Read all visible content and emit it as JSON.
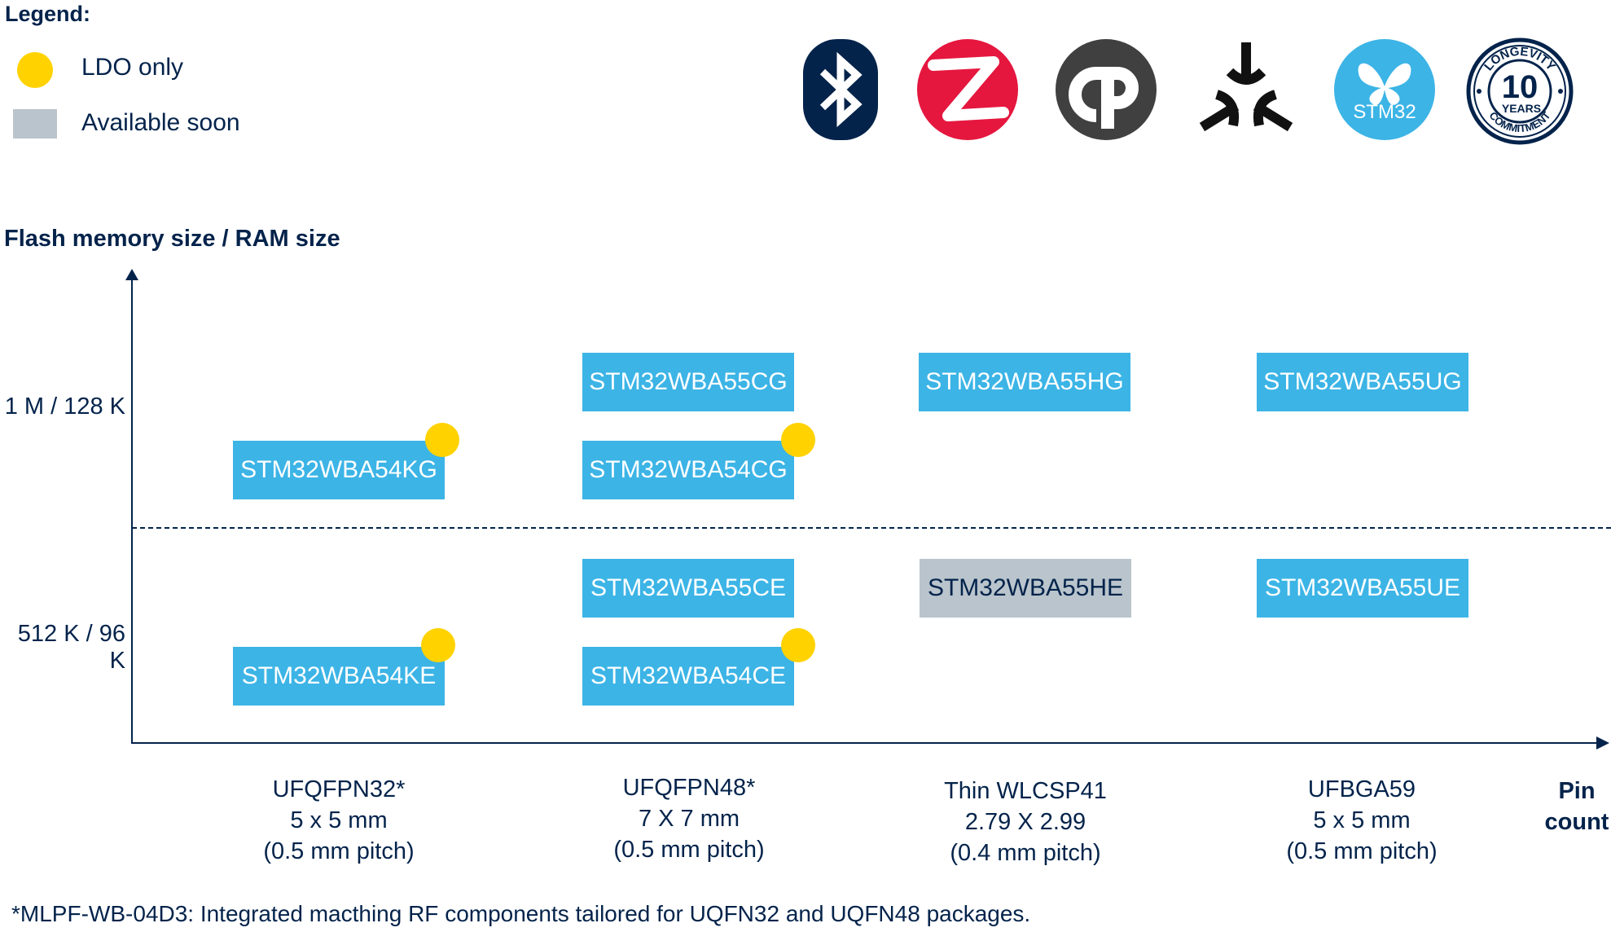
{
  "legend": {
    "title": "Legend:",
    "ldo_label": "LDO only",
    "soon_label": "Available soon"
  },
  "logos": {
    "stm32_text": "STM32",
    "longevity_top": "LONGEVITY",
    "longevity_number": "10",
    "longevity_years": "YEARS",
    "longevity_bottom": "COMMITMENT"
  },
  "axes": {
    "y_title": "Flash memory size / RAM size",
    "y_levels": [
      "1 M / 128 K",
      "512 K / 96 K"
    ],
    "x_title_line1": "Pin",
    "x_title_line2": "count"
  },
  "packages": [
    {
      "name": "UFQFPN32*",
      "size": "5 x 5 mm",
      "pitch": "(0.5 mm pitch)"
    },
    {
      "name": "UFQFPN48*",
      "size": "7 X 7 mm",
      "pitch": "(0.5 mm pitch)"
    },
    {
      "name": "Thin WLCSP41",
      "size": "2.79 X 2.99",
      "pitch": "(0.4 mm pitch)"
    },
    {
      "name": "UFBGA59",
      "size": "5 x 5 mm",
      "pitch": "(0.5 mm pitch)"
    }
  ],
  "parts": [
    {
      "label": "STM32WBA55CG",
      "memory": "1 M / 128 K",
      "package": "UFQFPN48*",
      "ldo_only": false,
      "available_soon": false
    },
    {
      "label": "STM32WBA55HG",
      "memory": "1 M / 128 K",
      "package": "Thin WLCSP41",
      "ldo_only": false,
      "available_soon": false
    },
    {
      "label": "STM32WBA55UG",
      "memory": "1 M / 128 K",
      "package": "UFBGA59",
      "ldo_only": false,
      "available_soon": false
    },
    {
      "label": "STM32WBA54KG",
      "memory": "1 M / 128 K",
      "package": "UFQFPN32*",
      "ldo_only": true,
      "available_soon": false
    },
    {
      "label": "STM32WBA54CG",
      "memory": "1 M / 128 K",
      "package": "UFQFPN48*",
      "ldo_only": true,
      "available_soon": false
    },
    {
      "label": "STM32WBA55CE",
      "memory": "512 K / 96 K",
      "package": "UFQFPN48*",
      "ldo_only": false,
      "available_soon": false
    },
    {
      "label": "STM32WBA55HE",
      "memory": "512 K / 96 K",
      "package": "Thin WLCSP41",
      "ldo_only": false,
      "available_soon": true
    },
    {
      "label": "STM32WBA55UE",
      "memory": "512 K / 96 K",
      "package": "UFBGA59",
      "ldo_only": false,
      "available_soon": false
    },
    {
      "label": "STM32WBA54KE",
      "memory": "512 K / 96 K",
      "package": "UFQFPN32*",
      "ldo_only": true,
      "available_soon": false
    },
    {
      "label": "STM32WBA54CE",
      "memory": "512 K / 96 K",
      "package": "UFQFPN48*",
      "ldo_only": true,
      "available_soon": false
    }
  ],
  "footnote": "*MLPF-WB-04D3: Integrated macthing RF components tailored for UQFN32 and UQFN48 packages.",
  "colors": {
    "navy": "#03234b",
    "part_blue": "#3cb4e6",
    "soon_grey": "#b9c4cc",
    "ldo_yellow": "#ffd200",
    "zigbee_red": "#e5173f",
    "thread_grey": "#404040"
  }
}
